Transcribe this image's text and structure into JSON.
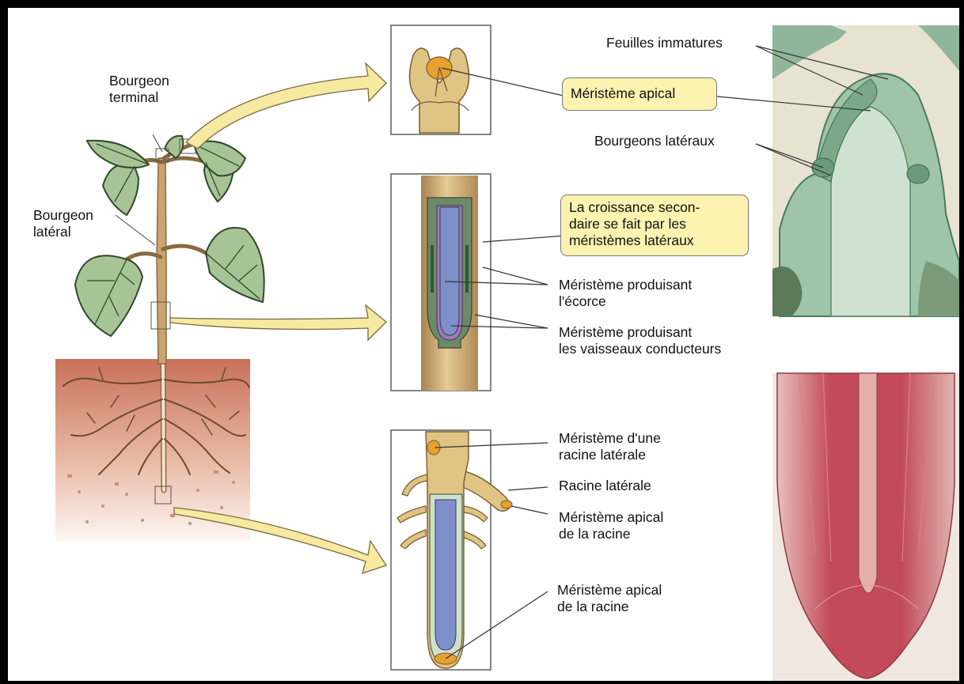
{
  "labels": {
    "bourgeon_terminal": "Bourgeon\nterminal",
    "bourgeon_lateral": "Bourgeon\nlatéral",
    "feuilles_immatures": "Feuilles immatures",
    "meristeme_apical": "Méristème apical",
    "bourgeons_lateraux": "Bourgeons latéraux",
    "croissance_secondaire": "La croissance secon-\ndaire se fait par les\nméristèmes latéraux",
    "meristeme_ecorce": "Méristème produisant\nl'écorce",
    "meristeme_vaisseaux": "Méristème produisant\nles vaisseaux conducteurs",
    "meristeme_racine_laterale": "Méristème d'une\nracine latérale",
    "racine_laterale": "Racine latérale",
    "meristeme_apical_racine_1": "Méristème apical\nde la racine",
    "meristeme_apical_racine_2": "Méristème apical\nde la racine"
  },
  "colors": {
    "callout_fill": "#fdf3b0",
    "arrow_fill": "#f6e9a0",
    "stem": "#c9a470",
    "leaf": "#9fbf8f",
    "soil": "#c9705a",
    "meristem": "#e8a030",
    "vascular": "#7f8fc9",
    "shoot_micrograph": "#8fb69a",
    "root_micrograph": "#c24a5a"
  }
}
